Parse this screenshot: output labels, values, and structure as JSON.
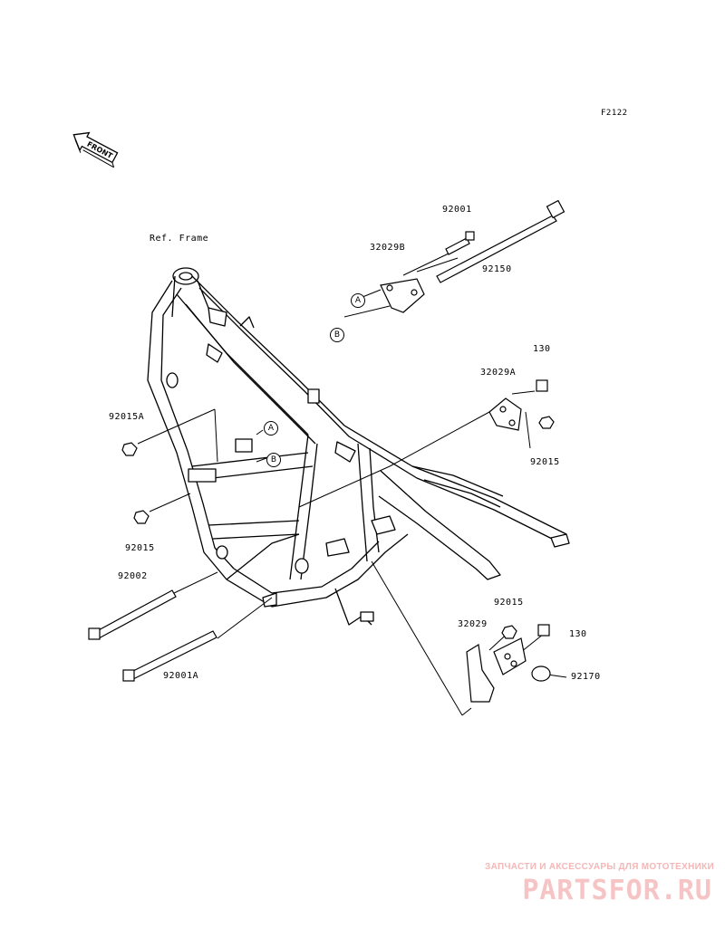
{
  "figure_id": "F2122",
  "front_label": "FRONT",
  "ref_frame": "Ref. Frame",
  "callouts": {
    "a": "A",
    "b": "B"
  },
  "parts": {
    "p92001": "92001",
    "p32029B": "32029B",
    "p92150": "92150",
    "p130_top": "130",
    "p32029A": "32029A",
    "p92015_right": "92015",
    "p92015A": "92015A",
    "p92015_left": "92015",
    "p92002": "92002",
    "p92001A": "92001A",
    "p92015_bottom": "92015",
    "p32029": "32029",
    "p130_bottom": "130",
    "p92170": "92170"
  },
  "watermark": {
    "tagline": "ЗАПЧАСТИ И АКСЕССУАРЫ ДЛЯ МОТОТЕХНИКИ",
    "logo": "PARTSFOR.RU"
  },
  "colors": {
    "line": "#000000",
    "watermark": "#f4b7b7"
  }
}
